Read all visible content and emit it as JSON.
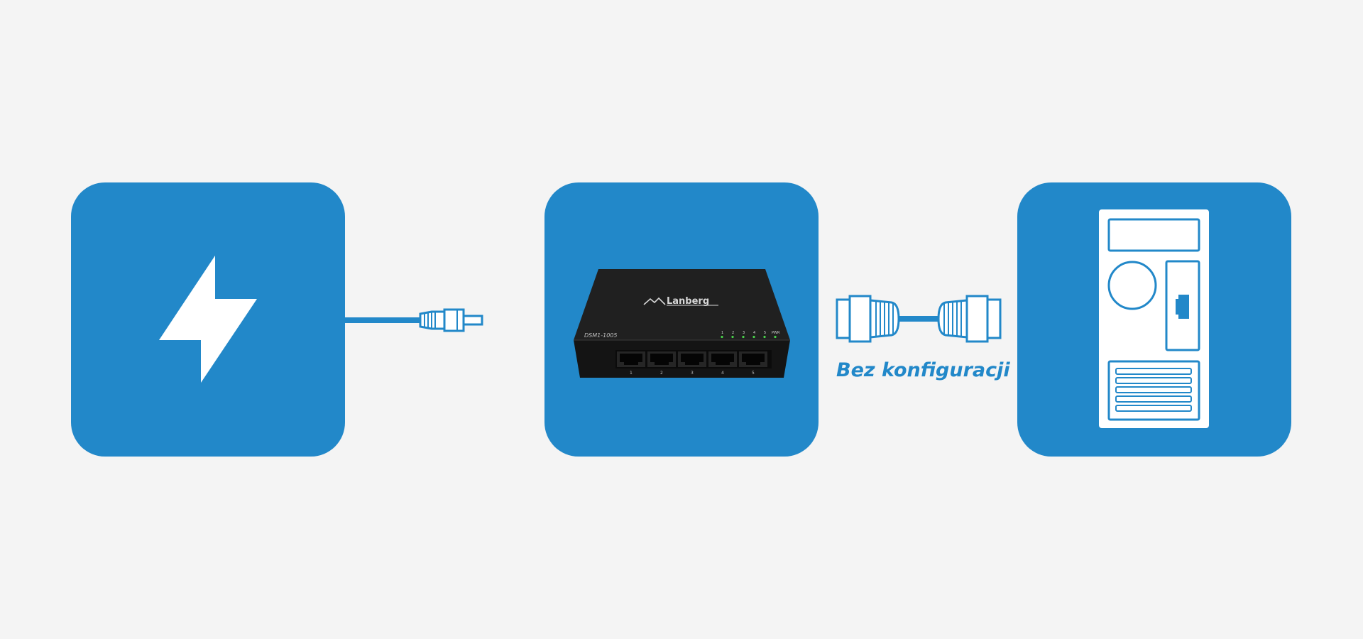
{
  "diagram": {
    "switch": {
      "brand": "Lanberg",
      "model": "DSM1-1005",
      "ports": [
        "1",
        "2",
        "3",
        "4",
        "5"
      ],
      "led_labels": [
        "1",
        "2",
        "3",
        "4",
        "5",
        "PWR"
      ],
      "led_color": "#49d14a"
    },
    "caption": "Bez konfiguracji"
  },
  "colors": {
    "background": "#f4f4f4",
    "accent_blue": "#2288c9",
    "icon_white": "#ffffff",
    "switch_body": "#1c1c1c"
  }
}
